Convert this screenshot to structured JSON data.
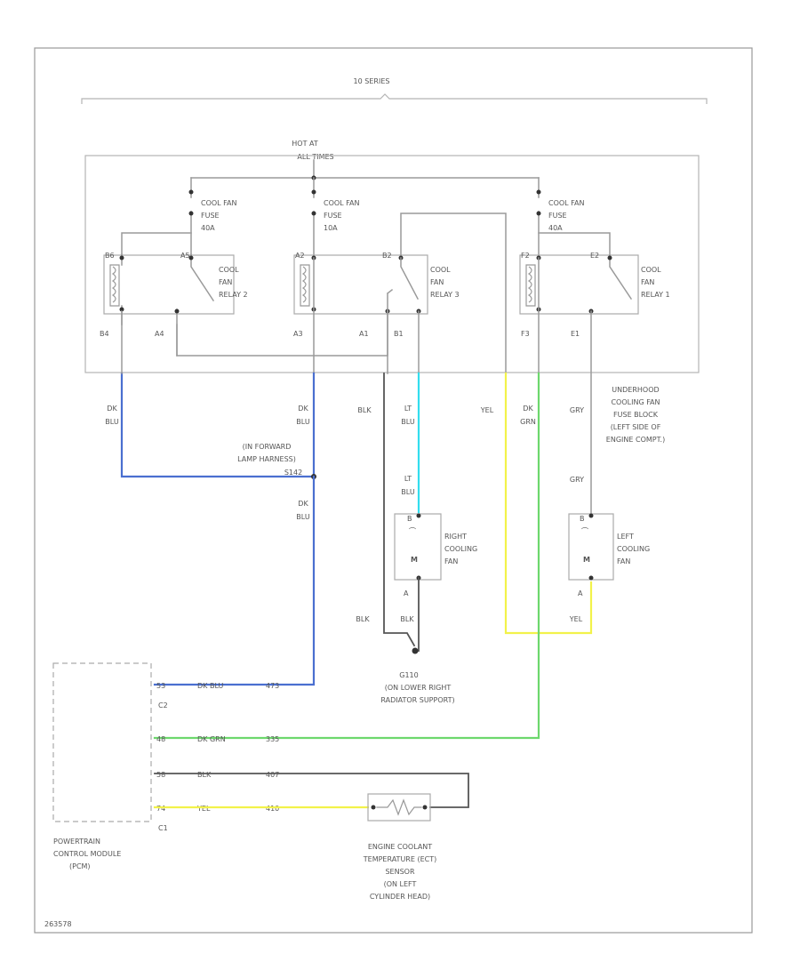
{
  "header": {
    "series": "10 SERIES"
  },
  "hot_at": [
    "HOT AT",
    "ALL TIMES"
  ],
  "fuses": [
    {
      "lines": [
        "COOL FAN",
        "FUSE",
        "40A"
      ]
    },
    {
      "lines": [
        "COOL FAN",
        "FUSE",
        "10A"
      ]
    },
    {
      "lines": [
        "COOL FAN",
        "FUSE",
        "40A"
      ]
    }
  ],
  "relays": [
    {
      "lines": [
        "COOL",
        "FAN",
        "RELAY 2"
      ],
      "pins": [
        "B6",
        "A5",
        "B4",
        "A4"
      ]
    },
    {
      "lines": [
        "COOL",
        "FAN",
        "RELAY 3"
      ],
      "pins": [
        "A2",
        "B2",
        "A3",
        "A1",
        "B1"
      ]
    },
    {
      "lines": [
        "COOL",
        "FAN",
        "RELAY 1"
      ],
      "pins": [
        "F2",
        "E2",
        "F3",
        "E1"
      ]
    }
  ],
  "fuse_block": [
    "UNDERHOOD",
    "COOLING FAN",
    "FUSE BLOCK",
    "(LEFT SIDE OF",
    "ENGINE COMPT.)"
  ],
  "wires": {
    "dk_blu": [
      "DK",
      "BLU"
    ],
    "blk": "BLK",
    "lt_blu": [
      "LT",
      "BLU"
    ],
    "yel": "YEL",
    "dk_grn": [
      "DK",
      "GRN"
    ],
    "gry": "GRY"
  },
  "splice": {
    "id": "S142",
    "lines": [
      "(IN FORWARD",
      "LAMP HARNESS)"
    ]
  },
  "fans": [
    {
      "lines": [
        "RIGHT",
        "COOLING",
        "FAN"
      ],
      "pins": [
        "B",
        "A"
      ]
    },
    {
      "lines": [
        "LEFT",
        "COOLING",
        "FAN"
      ],
      "pins": [
        "B",
        "A"
      ]
    }
  ],
  "ground": {
    "id": "G110",
    "lines": [
      "(ON LOWER RIGHT",
      "RADIATOR SUPPORT)"
    ]
  },
  "pcm": {
    "lines": [
      "POWERTRAIN",
      "CONTROL MODULE",
      "(PCM)"
    ],
    "conns": [
      "C2",
      "C1"
    ],
    "rows": [
      {
        "pin": "53",
        "color": "DK BLU",
        "circuit": "473"
      },
      {
        "pin": "48",
        "color": "DK GRN",
        "circuit": "335"
      },
      {
        "pin": "58",
        "color": "BLK",
        "circuit": "407"
      },
      {
        "pin": "74",
        "color": "YEL",
        "circuit": "410"
      }
    ]
  },
  "sensor": {
    "lines": [
      "ENGINE COOLANT",
      "TEMPERATURE (ECT)",
      "SENSOR",
      "(ON LEFT",
      "CYLINDER HEAD)"
    ]
  },
  "footer": "263578",
  "colors": {
    "dk_blu": "#4a6fd0",
    "lt_blu": "#33ddee",
    "yel": "#f2f24a",
    "dk_grn": "#6dd86d",
    "blk": "#444444",
    "wire": "#9a9a9a"
  }
}
